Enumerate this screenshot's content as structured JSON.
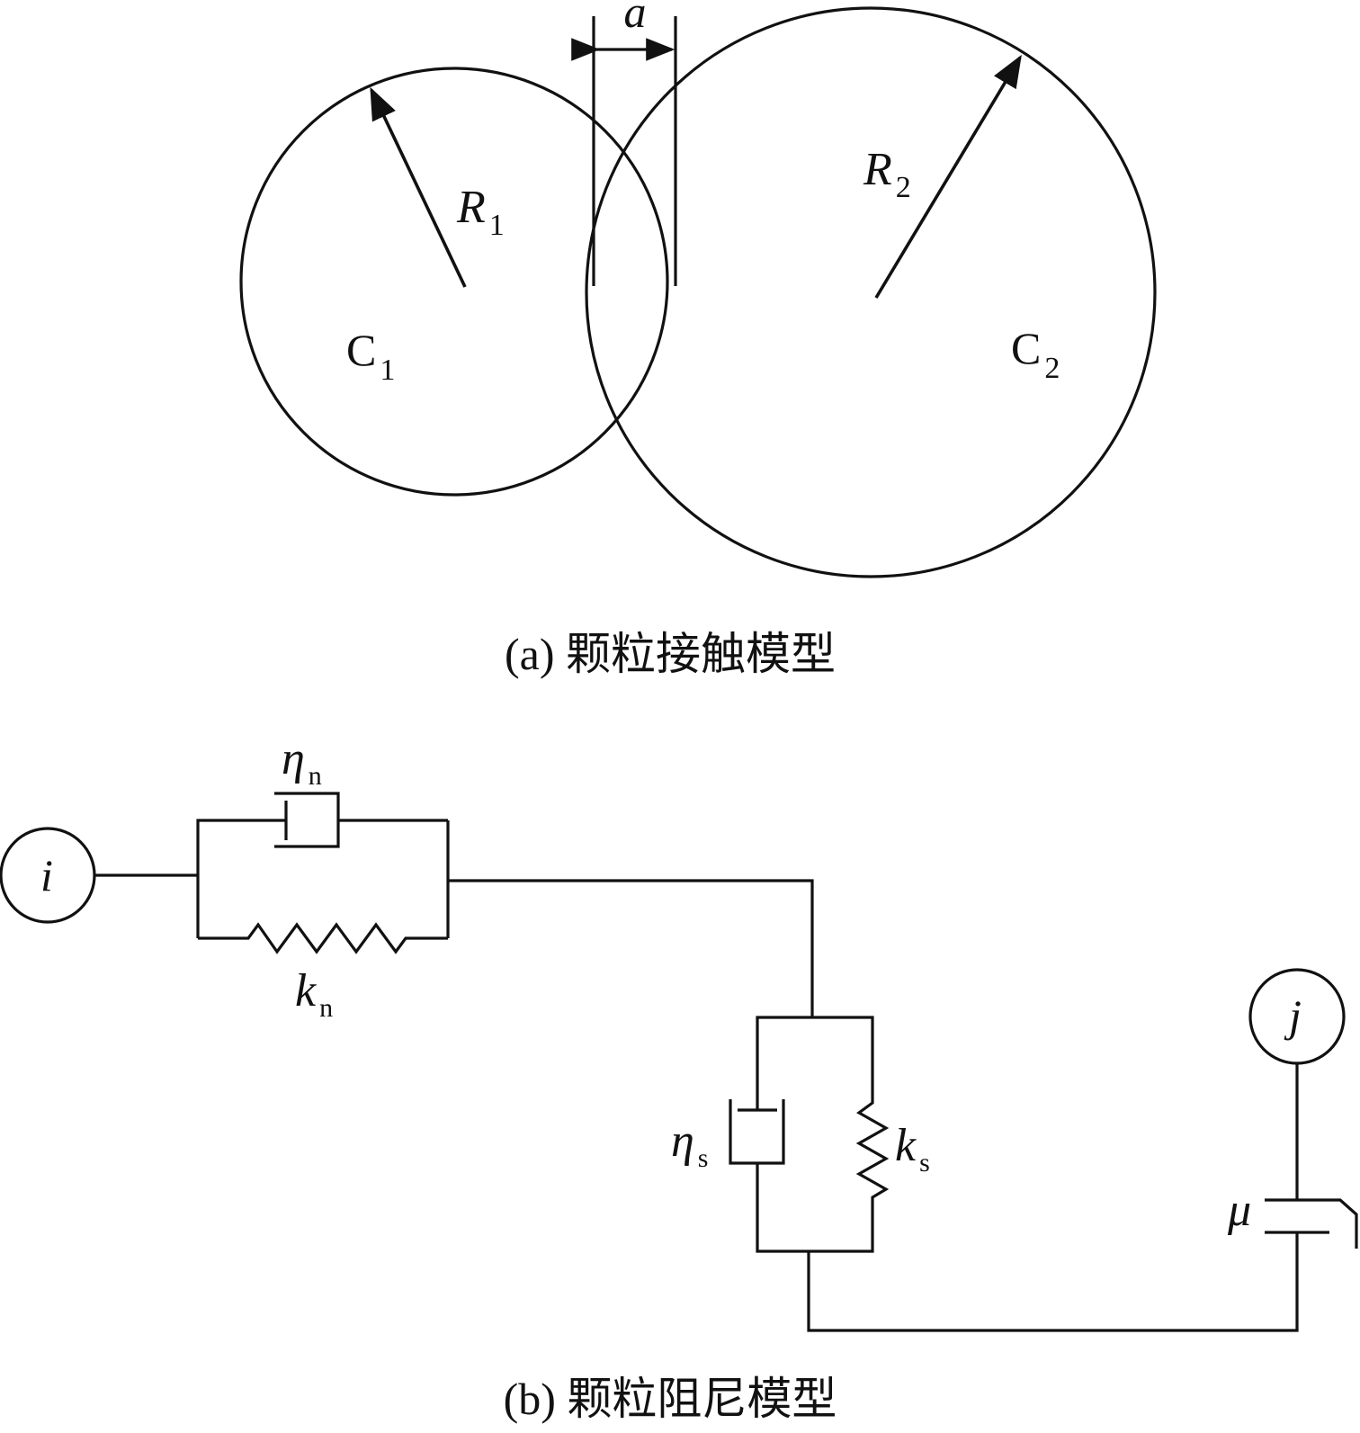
{
  "panel_a": {
    "caption": "(a) 颗粒接触模型",
    "overlap_label": "a",
    "radius1_label": {
      "main": "R",
      "sub": "1"
    },
    "radius2_label": {
      "main": "R",
      "sub": "2"
    },
    "center1_label": {
      "main": "C",
      "sub": "1"
    },
    "center2_label": {
      "main": "C",
      "sub": "2"
    }
  },
  "panel_b": {
    "caption": "(b) 颗粒阻尼模型",
    "node_i": "i",
    "node_j": "j",
    "eta_n": {
      "main": "η",
      "sub": "n"
    },
    "k_n": {
      "main": "k",
      "sub": "n"
    },
    "eta_s": {
      "main": "η",
      "sub": "s"
    },
    "k_s": {
      "main": "k",
      "sub": "s"
    },
    "friction": "μ"
  }
}
